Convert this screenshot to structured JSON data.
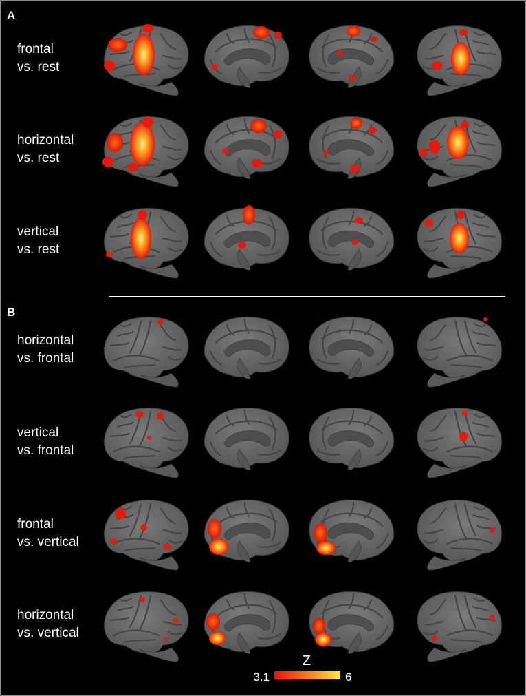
{
  "panels": {
    "A": {
      "letter": "A",
      "rows": [
        {
          "line1": "frontal",
          "line2": "vs. rest"
        },
        {
          "line1": "horizontal",
          "line2": "vs. rest"
        },
        {
          "line1": "vertical",
          "line2": "vs. rest"
        }
      ]
    },
    "B": {
      "letter": "B",
      "rows": [
        {
          "line1": "horizontal",
          "line2": "vs. frontal"
        },
        {
          "line1": "vertical",
          "line2": "vs. frontal"
        },
        {
          "line1": "frontal",
          "line2": "vs. vertical"
        },
        {
          "line1": "horizontal",
          "line2": "vs. vertical"
        }
      ]
    }
  },
  "colorbar": {
    "title": "Z",
    "min_label": "3.1",
    "max_label": "6",
    "color_low": "#e8100a",
    "color_high": "#ffe93a"
  },
  "colors": {
    "background": "#000000",
    "brain_surface": "#6e6e6e",
    "sulci": "#4a4a4a",
    "activation_red": "#e31a0c",
    "activation_orange": "#ff8a1e",
    "activation_yellow": "#ffe46a",
    "divider": "#ffffff",
    "frame": "#8c8c8c"
  },
  "views": [
    "left-lateral",
    "left-medial",
    "right-medial",
    "right-lateral"
  ]
}
